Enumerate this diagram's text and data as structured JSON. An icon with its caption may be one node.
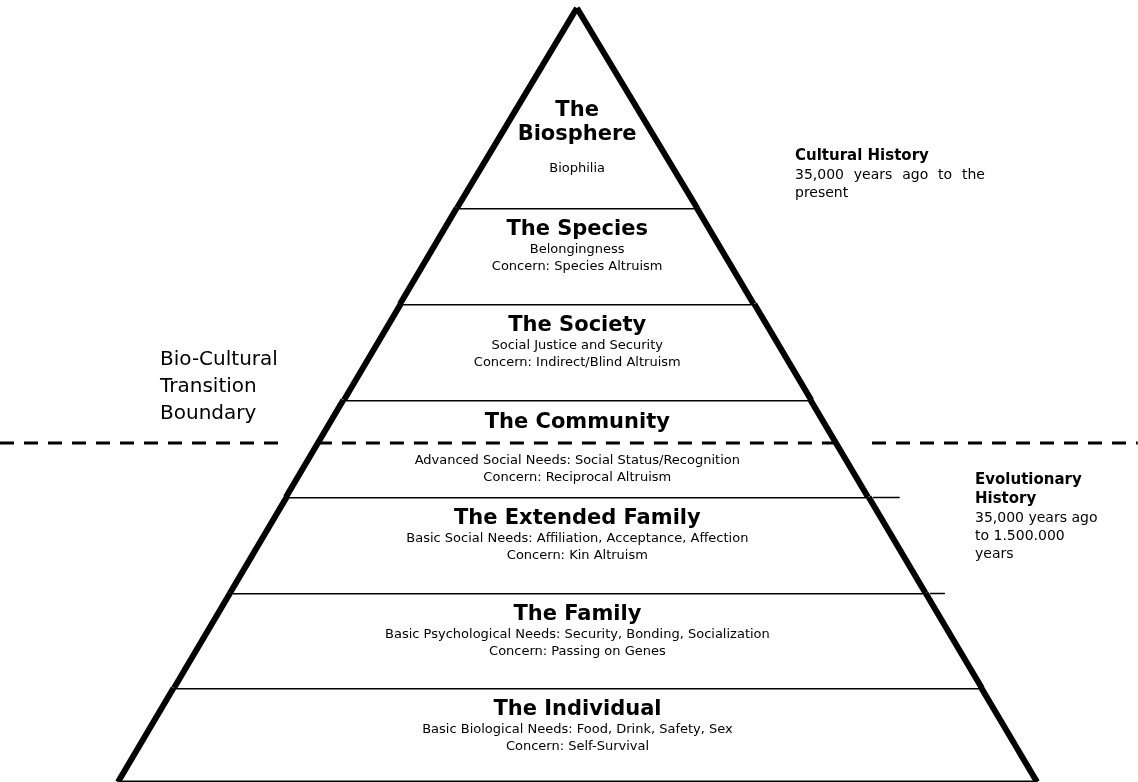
{
  "diagram": {
    "nodes": [
      {
        "text": [
          "The Biosphere",
          "Biophilia"
        ]
      },
      {
        "text": [
          "The Species",
          "Belongingness",
          "Concern:  Species Altruism"
        ]
      },
      {
        "text": [
          "The Society",
          "Social Justice and Security",
          "Concern:  Indirect/Blind Altruism"
        ]
      },
      {
        "text": [
          "The Community",
          "Advanced Social Needs:  Social Status/Recognition",
          "Concern:  Reciprocal Altruism"
        ]
      },
      {
        "text": [
          "The Extended Family",
          "Basic Social Needs:  Affiliation, Acceptance, Affection",
          "Concern:  Kin Altruism"
        ]
      },
      {
        "text": [
          "The Family",
          "Basic Psychological Needs:  Security, Bonding, Socialization",
          "Concern:  Passing on Genes"
        ]
      },
      {
        "text": [
          "The Individual",
          "Basic Biological Needs:  Food, Drink, Safety, Sex",
          "Concern:  Self-Survival"
        ]
      }
    ],
    "labels": [
      "Cultural History",
      "35,000 years ago to the present",
      "Bio-Cultural Transition Boundary",
      "Evolutionary History",
      "35,000 years ago to 1.500.000 years"
    ]
  }
}
